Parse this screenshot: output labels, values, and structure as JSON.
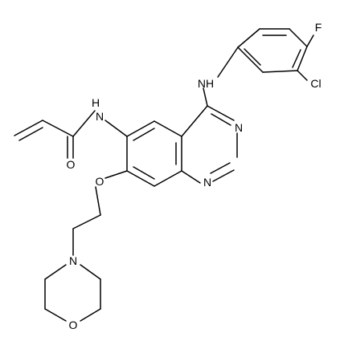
{
  "molecule": {
    "atoms": {
      "F": "F",
      "Cl": "Cl",
      "NH_top": "NH",
      "N3": "N",
      "N1": "N",
      "NH_amide": "N",
      "H_amide": "H",
      "O_carbonyl": "O",
      "O_ether": "O",
      "N_morph": "N",
      "O_morph": "O"
    },
    "bond_color": "#000000",
    "background": "#ffffff"
  }
}
